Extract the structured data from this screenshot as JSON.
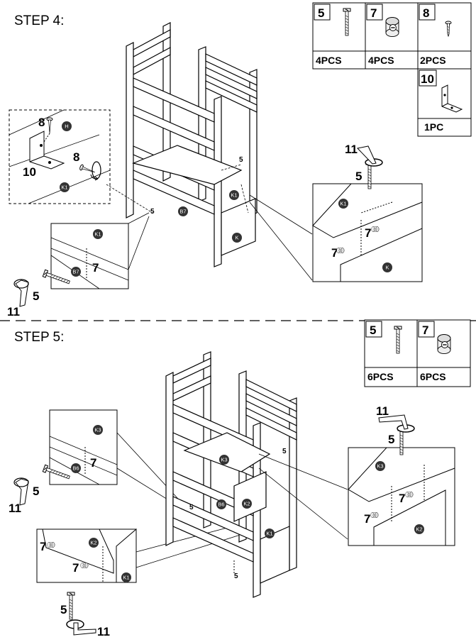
{
  "step4": {
    "title": "STEP 4:",
    "parts": [
      {
        "num": "5",
        "qty": "4PCS",
        "icon": "bolt-icon"
      },
      {
        "num": "7",
        "qty": "4PCS",
        "icon": "cam-lock-icon"
      },
      {
        "num": "8",
        "qty": "2PCS",
        "icon": "screw-icon"
      },
      {
        "num": "10",
        "qty": "1PC",
        "icon": "l-bracket-icon"
      }
    ],
    "detail_left": {
      "screw": "8",
      "bracket": "10",
      "screw2": "8",
      "panel_h": "H",
      "panel_k1": "K1"
    },
    "detail_zoom": {
      "panel": "K1",
      "rail": "B7",
      "cam": "7",
      "bolt": "5",
      "tool": "11"
    },
    "main": {
      "bolt_a": "5",
      "bolt_b": "5",
      "rail": "B7",
      "panel_k1": "K1",
      "panel_k": "K"
    },
    "detail_right": {
      "tool": "11",
      "bolt": "5",
      "panel_top": "K1",
      "panel_side": "K",
      "cam_a": "7",
      "cam_b": "7"
    }
  },
  "step5": {
    "title": "STEP 5:",
    "parts": [
      {
        "num": "5",
        "qty": "6PCS",
        "icon": "bolt-icon"
      },
      {
        "num": "7",
        "qty": "6PCS",
        "icon": "cam-lock-icon"
      }
    ],
    "detail_zoom": {
      "panel": "K3",
      "rail": "B6",
      "cam": "7",
      "bolt": "5",
      "tool": "11"
    },
    "detail_bottom": {
      "panel_k2": "K2",
      "panel_k1": "K1",
      "cam_a": "7",
      "cam_b": "7",
      "bolt": "5",
      "tool": "11"
    },
    "main": {
      "bolt_a": "5",
      "bolt_b": "5",
      "bolt_c": "5",
      "rail": "B6",
      "panel_k3": "K3",
      "panel_k2": "K2",
      "panel_k1": "K1"
    },
    "detail_right": {
      "tool": "11",
      "bolt": "5",
      "panel_top": "K3",
      "panel_side": "K2",
      "cam_a": "7",
      "cam_b": "7"
    }
  }
}
